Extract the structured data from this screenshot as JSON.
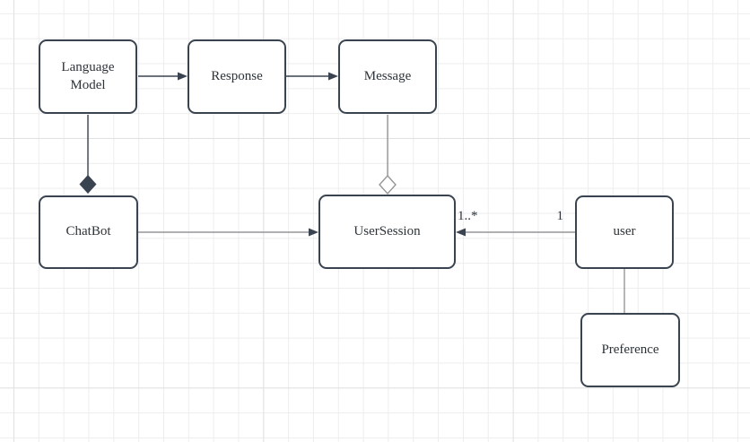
{
  "diagram": {
    "kind": "uml-class-diagram",
    "nodes": [
      {
        "id": "language_model",
        "label": "Language Model"
      },
      {
        "id": "response",
        "label": "Response"
      },
      {
        "id": "message",
        "label": "Message"
      },
      {
        "id": "chatbot",
        "label": "ChatBot"
      },
      {
        "id": "user_session",
        "label": "UserSession"
      },
      {
        "id": "user",
        "label": "user"
      },
      {
        "id": "preference",
        "label": "Preference"
      }
    ],
    "edges": [
      {
        "from": "Language Model",
        "to": "Response",
        "type": "directed-arrow",
        "line_color": "dark"
      },
      {
        "from": "Response",
        "to": "Message",
        "type": "directed-arrow",
        "line_color": "dark"
      },
      {
        "from": "Language Model",
        "to": "ChatBot",
        "type": "composition-filled-diamond",
        "line_color": "dark"
      },
      {
        "from": "Message",
        "to": "UserSession",
        "type": "aggregation-open-diamond",
        "line_color": "gray"
      },
      {
        "from": "ChatBot",
        "to": "UserSession",
        "type": "directed-arrow",
        "line_color": "gray"
      },
      {
        "from": "user",
        "to": "UserSession",
        "type": "directed-arrow",
        "line_color": "gray",
        "source_label": "1",
        "target_label": "1..*"
      },
      {
        "from": "user",
        "to": "Preference",
        "type": "plain-line",
        "line_color": "gray"
      }
    ]
  },
  "colors": {
    "canvas-bg": "#ffffff",
    "grid-minor": "#ededed",
    "grid-major": "#e1e1e4",
    "node-border": "#3a4450",
    "node-fill": "#ffffff",
    "text": "#2d3338",
    "edge-dark": "#3a4450",
    "edge-gray": "#969698"
  }
}
